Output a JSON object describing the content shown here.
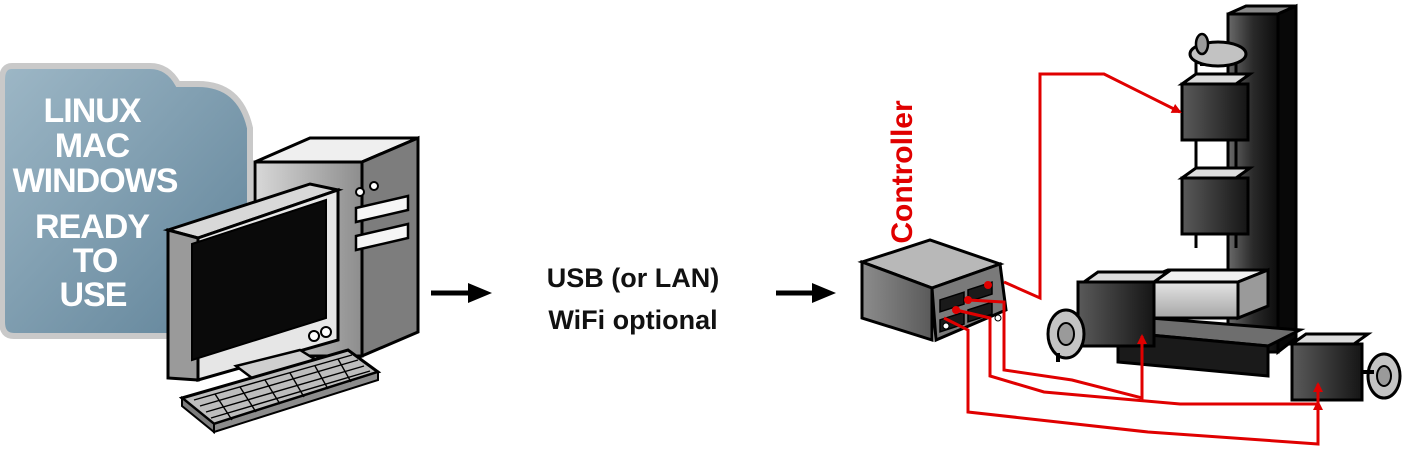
{
  "os_badge": {
    "lines": [
      "LINUX",
      "MAC",
      "WINDOWS",
      "READY",
      "TO",
      "USE"
    ]
  },
  "connection": {
    "line1": "USB (or LAN)",
    "line2": "WiFi optional"
  },
  "controller": {
    "label": "Controller"
  },
  "colors": {
    "wire": "#e00000",
    "badge": "#7f9fb2",
    "badge_border": "#c8c8c8"
  }
}
